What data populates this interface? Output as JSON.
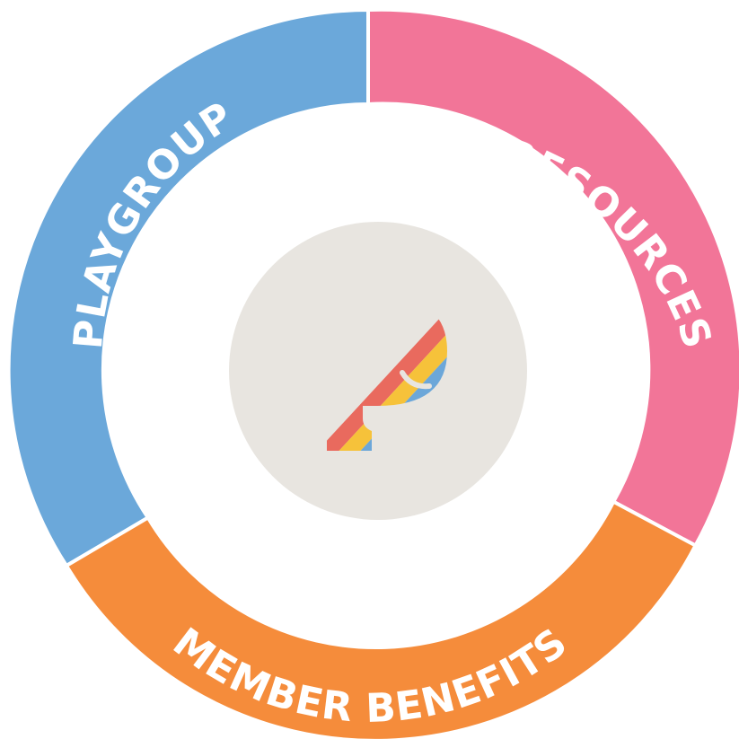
{
  "segments": [
    {
      "id": "playgroup",
      "label": "PLAYGROUP",
      "color": "#6BA8DA"
    },
    {
      "id": "resources",
      "label": "RESOURCES",
      "color": "#F27598"
    },
    {
      "id": "member-benefits",
      "label": "MEMBER BENEFITS",
      "color": "#F58C3B"
    }
  ],
  "center": {
    "circle_color": "#E8E5E0",
    "logo_icon": "rainbow-p-logo-icon",
    "logo_stripe_colors": [
      "#E96A5E",
      "#F6C23A",
      "#6CA7D9",
      "#F07A9C",
      "#8CC34A",
      "#F59245",
      "#94D4CB",
      "#B98AC5"
    ]
  }
}
